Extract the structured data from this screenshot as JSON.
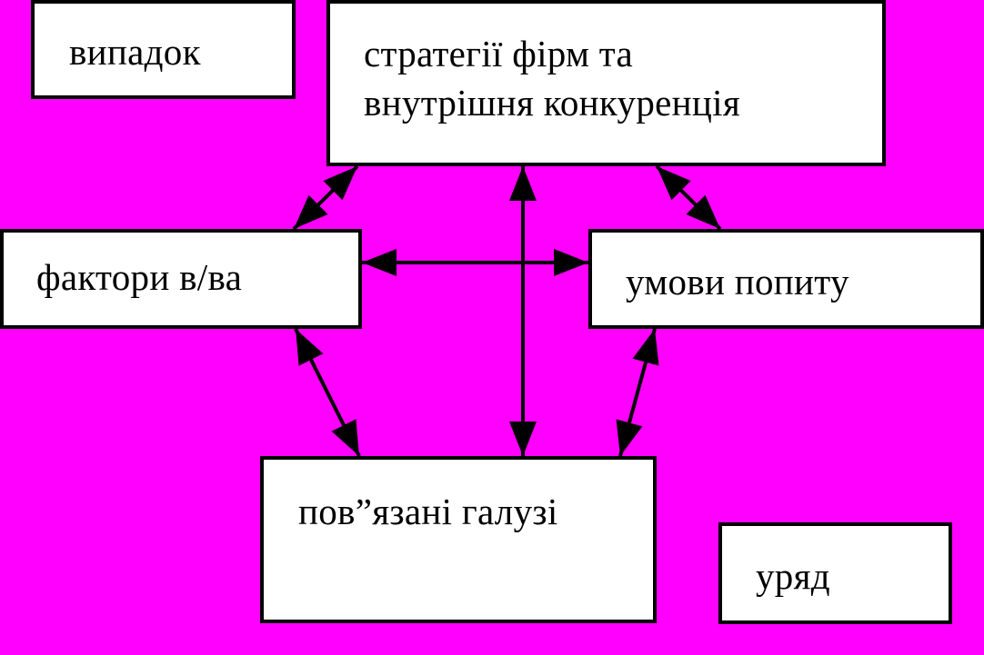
{
  "diagram": {
    "background_color": "#FF00FF",
    "box_fill": "#FFFFFF",
    "line_color": "#000000",
    "boxes": {
      "case": {
        "lines": [
          "випадок"
        ]
      },
      "strategy": {
        "lines": [
          "стратегії фірм та",
          "внутрішня конкуренція"
        ]
      },
      "factors": {
        "lines": [
          "фактори в/ва"
        ]
      },
      "demand": {
        "lines": [
          "умови попиту"
        ]
      },
      "related": {
        "lines": [
          "пов”язані галузі"
        ]
      },
      "government": {
        "lines": [
          "уряд"
        ]
      }
    },
    "connections": [
      {
        "from": "strategy",
        "to": "factors",
        "direction": "both"
      },
      {
        "from": "strategy",
        "to": "demand",
        "direction": "both"
      },
      {
        "from": "strategy",
        "to": "related",
        "direction": "both"
      },
      {
        "from": "factors",
        "to": "demand",
        "direction": "both"
      },
      {
        "from": "factors",
        "to": "related",
        "direction": "both"
      },
      {
        "from": "demand",
        "to": "related",
        "direction": "both"
      }
    ]
  }
}
